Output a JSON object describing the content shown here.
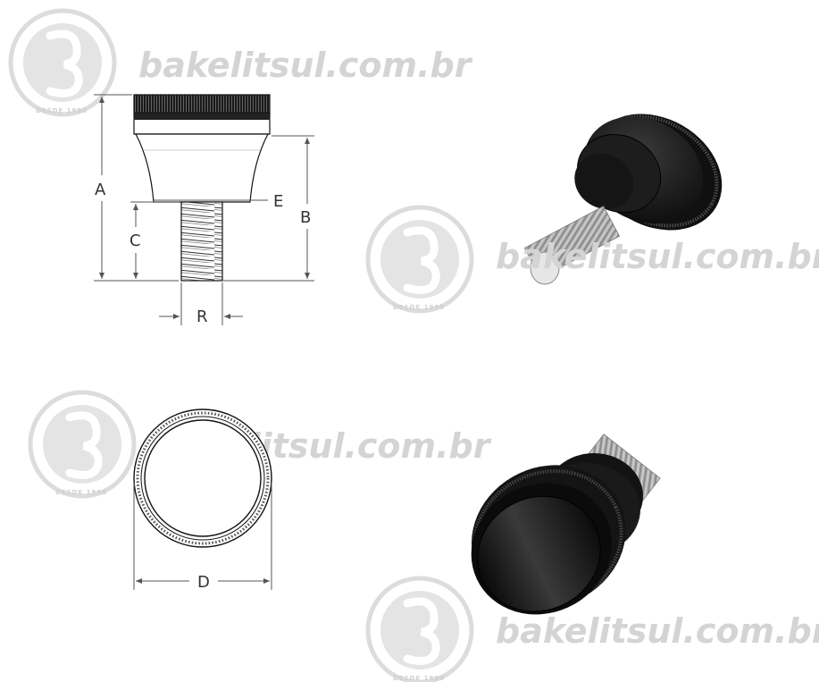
{
  "watermark": {
    "site": "bakelitsul.com.br",
    "since": "DESDE 1995"
  },
  "dimensions": {
    "a": "A",
    "b": "B",
    "c": "C",
    "d": "D",
    "e": "E",
    "r": "R"
  },
  "colors": {
    "part_body": "#1c1c1c",
    "thread_metal": "#a9a9a9",
    "watermark": "#d4d4d4",
    "dimension_line": "#555555"
  }
}
